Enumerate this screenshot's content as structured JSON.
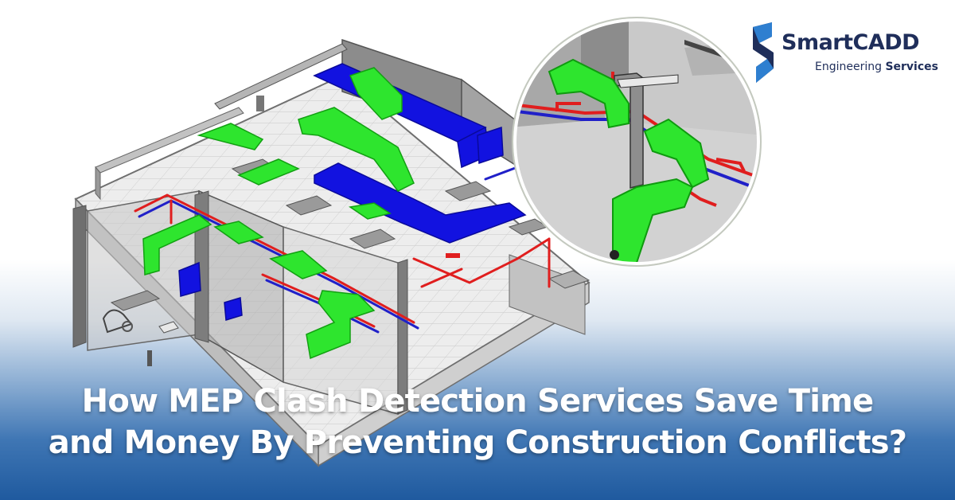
{
  "brand": {
    "name": "SmartCADD",
    "tagline_regular": "Engineering",
    "tagline_bold": "Services",
    "logo_icon": "s-ribbon-logo-icon",
    "color_dark": "#1f2e5a",
    "color_accent": "#2e7fd0"
  },
  "headline": {
    "line1": "How MEP Clash Detection Services Save Time",
    "line2": "and Money By Preventing Construction Conflicts?"
  },
  "illustration": {
    "subject": "mep-3d-model-icon",
    "zoom_inset": "clash-zoom-icon",
    "colors": {
      "hvac_supply": "#2ee52e",
      "hvac_return": "#1010e0",
      "hot_pipe": "#e01e1e",
      "cold_pipe": "#2020c8",
      "structure": "#8a8a8a"
    }
  }
}
